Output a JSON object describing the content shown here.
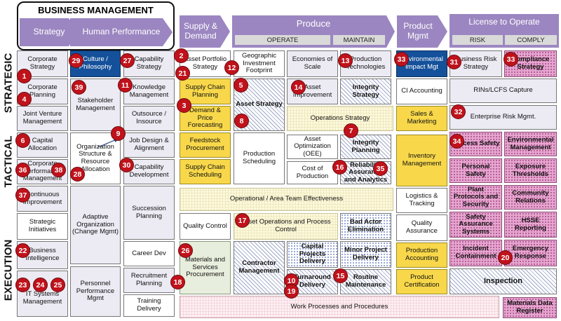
{
  "title": "BUSINESS MANAGEMENT",
  "side_labels": {
    "strategic": "STRATEGIC",
    "tactical": "TACTICAL",
    "execution": "EXECUTION"
  },
  "headers": {
    "strategy": "Strategy",
    "human_performance": "Human Performance",
    "supply_demand": "Supply & Demand",
    "produce": "Produce",
    "operate": "OPERATE",
    "maintain": "MAINTAIN",
    "product_mgmt": "Product Mgmt",
    "license": "License to Operate",
    "risk": "RISK",
    "comply": "COMPLY"
  },
  "cells": {
    "corporate_strategy": "Corporate Strategy",
    "corporate_planning": "Corporate Planning",
    "joint_venture": "Joint Venture Management",
    "capital_allocation": "Capital Allocation",
    "corporate_performance": "Corporate Performance Management",
    "continuous_improvement": "Continuous Improvement",
    "strategic_initiatives": "Strategic Initiatives",
    "business_intelligence": "Business Intelligence",
    "it_systems": "IT Systems Management",
    "culture": "Culture / Philosophy",
    "capability_strategy": "Capability Strategy",
    "stakeholder": "Stakeholder Management",
    "knowledge": "Knowledge Management",
    "outsource": "Outsource / Insource",
    "job_design": "Job Design & Alignment",
    "org_structure": "Organization Structure & Resource Allocation",
    "capability_dev": "Capability Development",
    "adaptive_org": "Adaptive Organization (Change Mgmt)",
    "succession": "Succession Planning",
    "career_dev": "Career Dev",
    "personnel": "Personnel Performance Mgmt",
    "recruitment": "Recruitment Planning",
    "training": "Training Delivery",
    "asset_portfolio": "Asset Portfolio Strategy",
    "supply_chain_planning": "Supply Chain Planning",
    "demand_forecasting": "Demand & Price Forecasting",
    "feedstock": "Feedstock Procurement",
    "sc_scheduling": "Supply Chain Scheduling",
    "quality_control": "Quality Control",
    "materials_services": "Materials and Services Procurement",
    "geographic": "Geographic Investment Footprint",
    "economies": "Economies of Scale",
    "production_tech": "Production Technologies",
    "asset_strategy": "Asset Strategy",
    "asset_improvement": "Asset Improvement",
    "integrity_strategy": "Integrity Strategy",
    "operations_strategy": "Operations Strategy",
    "production_scheduling": "Production Scheduling",
    "asset_optimization": "Asset Optimization (OEE)",
    "integrity_planning": "Integrity Planning",
    "cost_production": "Cost of Production",
    "reliability": "Reliability Assurance and Analytics",
    "operational_effectiveness": "Operational / Area Team Effectiveness",
    "asset_operations": "Asset Operations and Process Control",
    "bad_actor": "Bad Actor Elimination",
    "contractor": "Contractor Management",
    "capital_projects": "Capital Projects Delivery",
    "minor_project": "Minor Project Delivery",
    "turnaround": "Turnaround Delivery",
    "routine_maintenance": "Routine Maintenance",
    "work_processes": "Work Processes and Procedures",
    "environmental_impact": "Environmental Impact Mgt",
    "ci_accounting": "CI Accounting",
    "sales_marketing": "Sales & Marketing",
    "inventory": "Inventory Management",
    "logistics": "Logistics & Tracking",
    "quality_assurance": "Quality Assurance",
    "production_accounting": "Production Accounting",
    "product_certification": "Product Certification",
    "business_risk": "Business Risk Strategy",
    "compliance_strategy": "Compliance Strategy",
    "rins": "RINs/LCFS Capture",
    "enterprise_risk": "Enterprise Risk Mgmt.",
    "process_safety": "Process Safety",
    "environmental_mgmt": "Environmental Management",
    "personal_safety": "Personal Safety",
    "exposure": "Exposure Thresholds",
    "plant_protocols": "Plant Protocols and Security",
    "community": "Community Relations",
    "safety_assurance": "Safety Assurance Systems",
    "hsse": "HSSE Reporting",
    "incident": "Incident Containment",
    "emergency": "Emergency Response",
    "inspection": "Inspection",
    "materials_data": "Materials Data Register"
  },
  "badges": [
    "1",
    "2",
    "3",
    "4",
    "5",
    "6",
    "7",
    "8",
    "9",
    "10",
    "11",
    "12",
    "13",
    "14",
    "15",
    "16",
    "17",
    "18",
    "19",
    "20",
    "21",
    "22",
    "23",
    "24",
    "25",
    "26",
    "27",
    "28",
    "29",
    "30",
    "31",
    "32",
    "33",
    "33",
    "34",
    "35",
    "36",
    "37",
    "38",
    "39"
  ],
  "colors": {
    "header": "#9b86c1",
    "highlight": "#f8d84a",
    "navy": "#15519b",
    "compliance": "#e6a6cf",
    "badge": "#c0121b"
  }
}
